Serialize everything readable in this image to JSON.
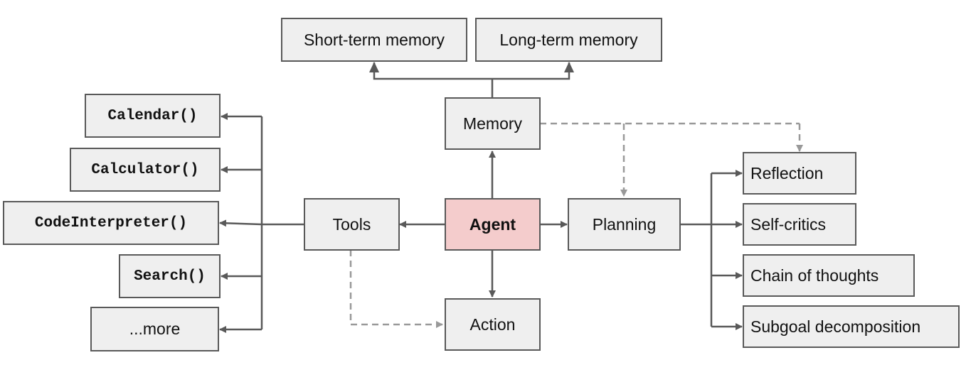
{
  "nodes": {
    "short_term_memory": "Short-term memory",
    "long_term_memory": "Long-term memory",
    "memory": "Memory",
    "agent": "Agent",
    "tools": "Tools",
    "planning": "Planning",
    "action": "Action",
    "calendar": "Calendar()",
    "calculator": "Calculator()",
    "code_interpreter": "CodeInterpreter()",
    "search": "Search()",
    "more": "...more",
    "reflection": "Reflection",
    "self_critics": "Self-critics",
    "chain_of_thoughts": "Chain of thoughts",
    "subgoal_decomposition": "Subgoal decomposition"
  },
  "colors": {
    "node_fill": "#efefef",
    "node_border": "#595959",
    "agent_fill": "#f4cccc",
    "solid_edge": "#595959",
    "dashed_edge": "#999999"
  },
  "edges": [
    {
      "from": "Agent",
      "to": "Memory",
      "style": "solid"
    },
    {
      "from": "Agent",
      "to": "Tools",
      "style": "solid"
    },
    {
      "from": "Agent",
      "to": "Planning",
      "style": "solid"
    },
    {
      "from": "Agent",
      "to": "Action",
      "style": "solid"
    },
    {
      "from": "Memory",
      "to": "Short-term memory",
      "style": "solid"
    },
    {
      "from": "Memory",
      "to": "Long-term memory",
      "style": "solid"
    },
    {
      "from": "Memory",
      "to": "Planning",
      "style": "dashed"
    },
    {
      "from": "Memory",
      "to": "Reflection",
      "style": "dashed"
    },
    {
      "from": "Tools",
      "to": "Action",
      "style": "dashed"
    },
    {
      "from": "Tools",
      "to": "Calendar()",
      "style": "solid"
    },
    {
      "from": "Tools",
      "to": "Calculator()",
      "style": "solid"
    },
    {
      "from": "Tools",
      "to": "CodeInterpreter()",
      "style": "solid"
    },
    {
      "from": "Tools",
      "to": "Search()",
      "style": "solid"
    },
    {
      "from": "Tools",
      "to": "...more",
      "style": "solid"
    },
    {
      "from": "Planning",
      "to": "Reflection",
      "style": "solid"
    },
    {
      "from": "Planning",
      "to": "Self-critics",
      "style": "solid"
    },
    {
      "from": "Planning",
      "to": "Chain of thoughts",
      "style": "solid"
    },
    {
      "from": "Planning",
      "to": "Subgoal decomposition",
      "style": "solid"
    }
  ]
}
